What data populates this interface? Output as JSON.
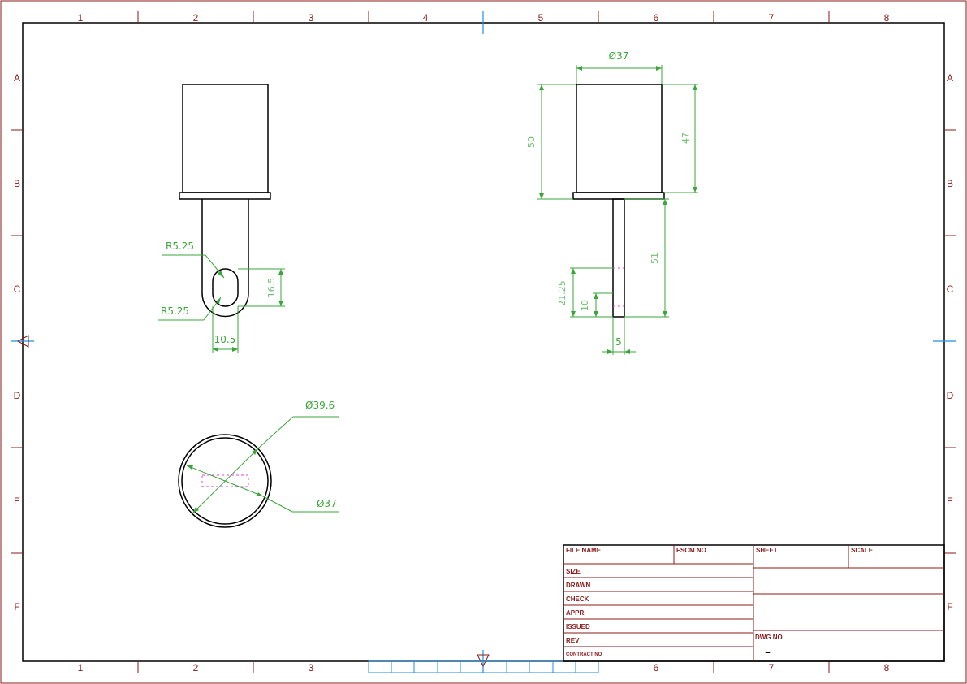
{
  "border": {
    "columns": [
      "1",
      "2",
      "3",
      "4",
      "5",
      "6",
      "7",
      "8"
    ],
    "bottom_columns": [
      "1",
      "2",
      "3",
      "6",
      "7",
      "8"
    ],
    "rows": [
      "A",
      "B",
      "C",
      "D",
      "E",
      "F"
    ]
  },
  "front_view": {
    "dims": {
      "r_top": "R5.25",
      "r_bottom": "R5.25",
      "slot_length": "16.5",
      "slot_width": "10.5"
    }
  },
  "side_view": {
    "dims": {
      "diameter": "Ø37",
      "height_total": "50",
      "height_body": "47",
      "stem_length": "51",
      "hole_offset": "21.25",
      "hole_depth": "10",
      "stem_width": "5"
    }
  },
  "top_view": {
    "dims": {
      "outer_diameter": "Ø39.6",
      "inner_diameter": "Ø37"
    }
  },
  "title_block": {
    "file_name": "FILE NAME",
    "fscm_no": "FSCM NO",
    "sheet": "SHEET",
    "scale": "SCALE",
    "size": "SIZE",
    "drawn": "DRAWN",
    "check": "CHECK",
    "appr": "APPR.",
    "issued": "ISSUED",
    "rev": "REV",
    "contract_no": "CONTRACT NO",
    "dwg_no": "DWG NO",
    "dwg_no_value": "–"
  },
  "colors": {
    "frame": "#8b1a1a",
    "outline": "#000000",
    "dimension": "#3aa53a",
    "hidden": "#e040e0",
    "center_mark": "#1f8fe0"
  }
}
